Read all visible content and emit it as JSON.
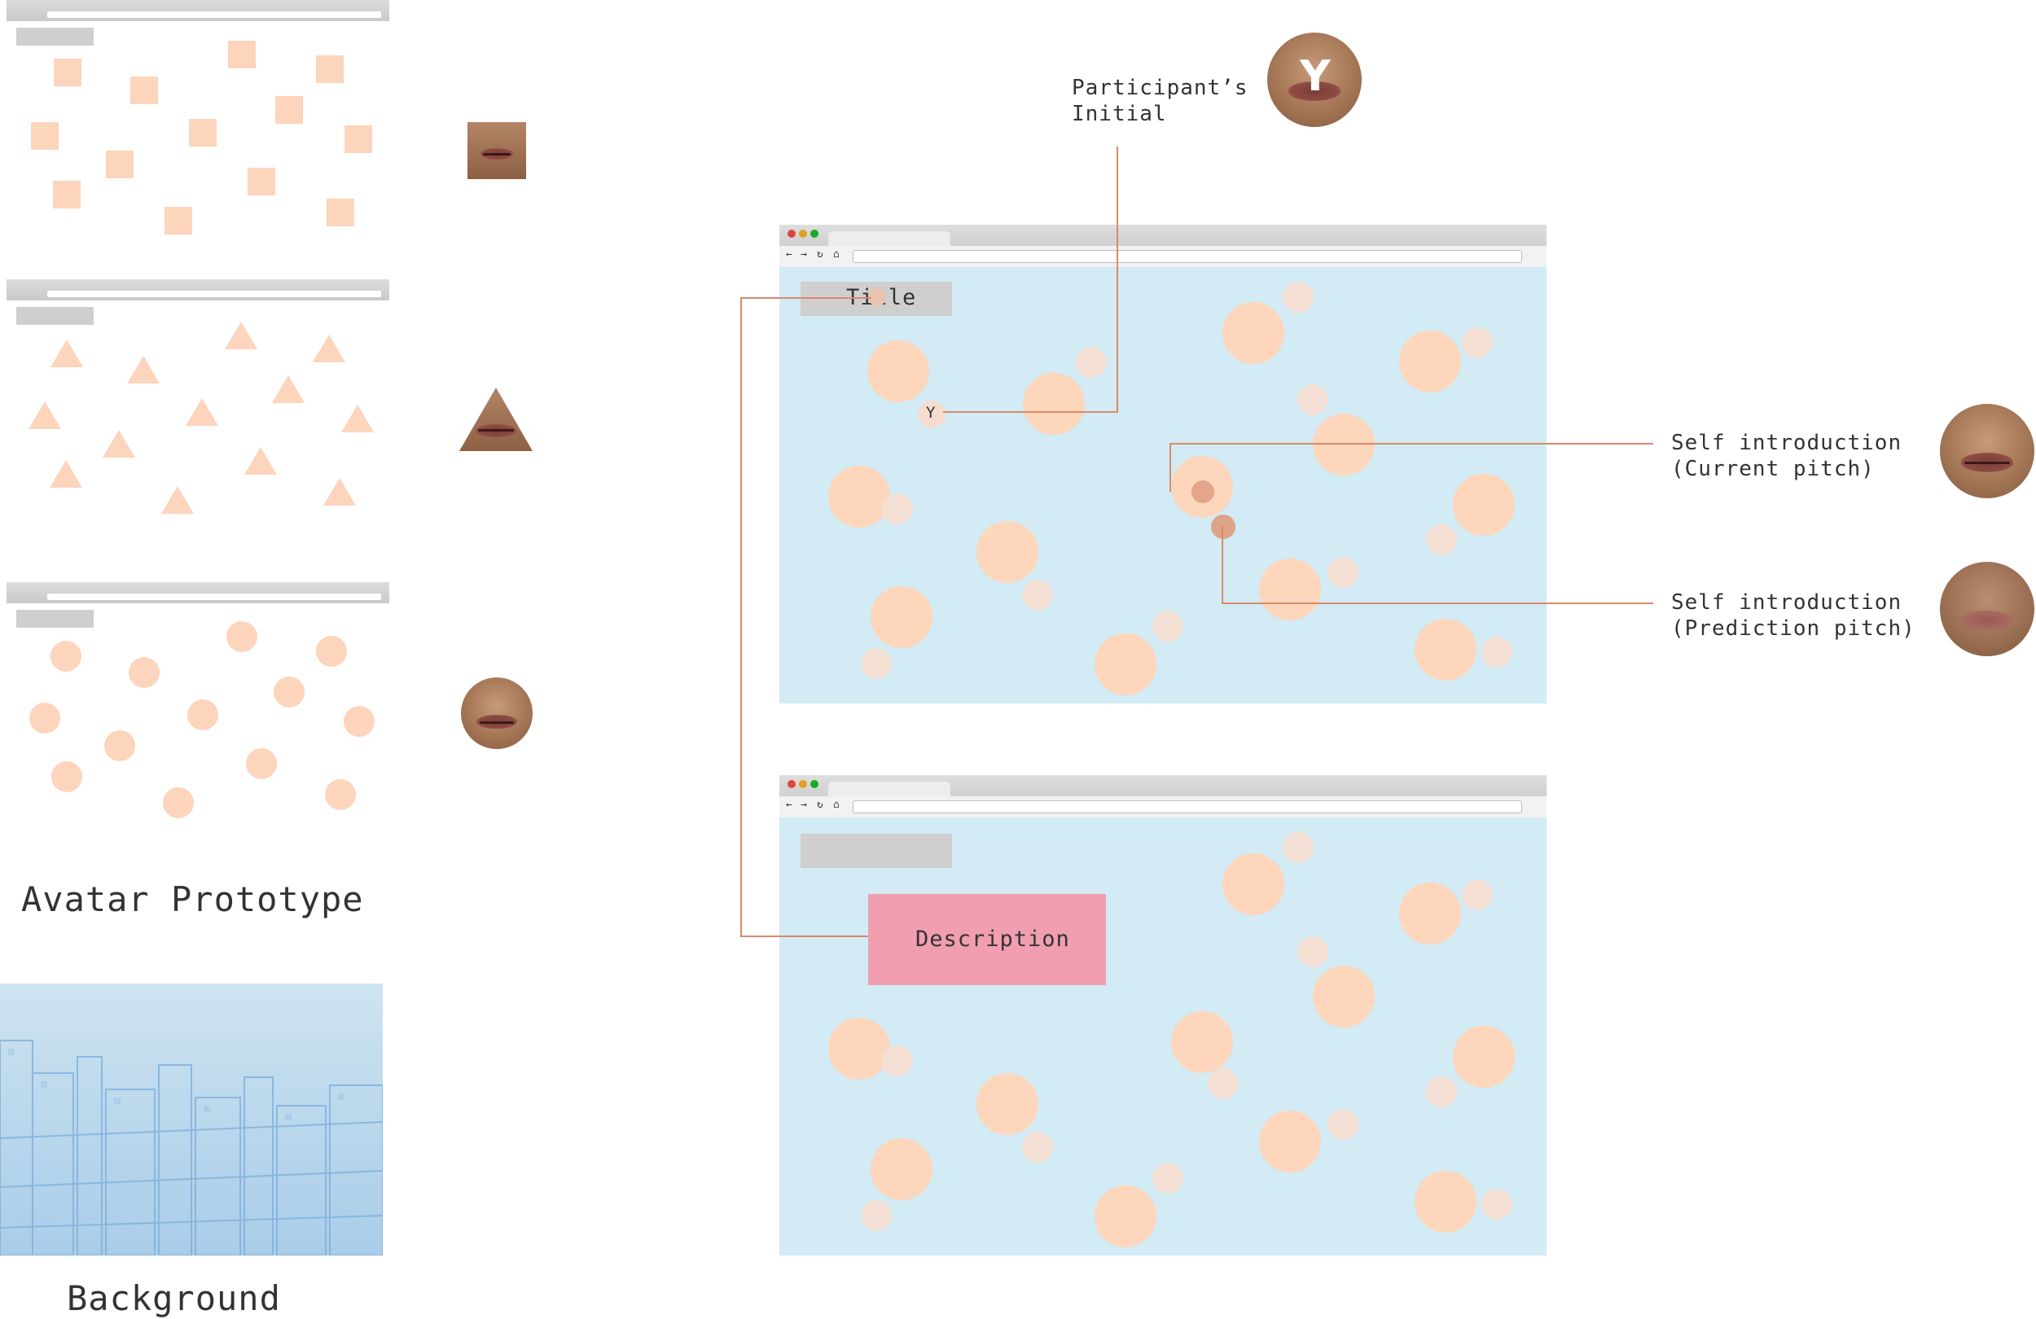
{
  "sections": {
    "avatar_prototype_label": "Avatar Prototype",
    "background_label": "Background"
  },
  "annotations": {
    "participant_initial": "Participant’s\nInitial",
    "initial_letter": "Y",
    "self_intro_current": "Self introduction\n(Current pitch)",
    "self_intro_prediction": "Self introduction\n(Prediction pitch)"
  },
  "browser_top": {
    "title_label": "Title",
    "avatar_initial": "Y"
  },
  "browser_bottom": {
    "description_label": "Description"
  },
  "colors": {
    "shape_fill": "#fdd4bc",
    "canvas_bg": "#d2ebf4",
    "description_box": "#f19eb0",
    "connector_line": "#d98a6a",
    "title_box": "#cfcfcf"
  },
  "icons": [
    "face-lips-square",
    "face-lips-triangle",
    "face-lips-circle",
    "face-initial-y",
    "face-current-pitch",
    "face-prediction-pitch",
    "city-sketch"
  ]
}
